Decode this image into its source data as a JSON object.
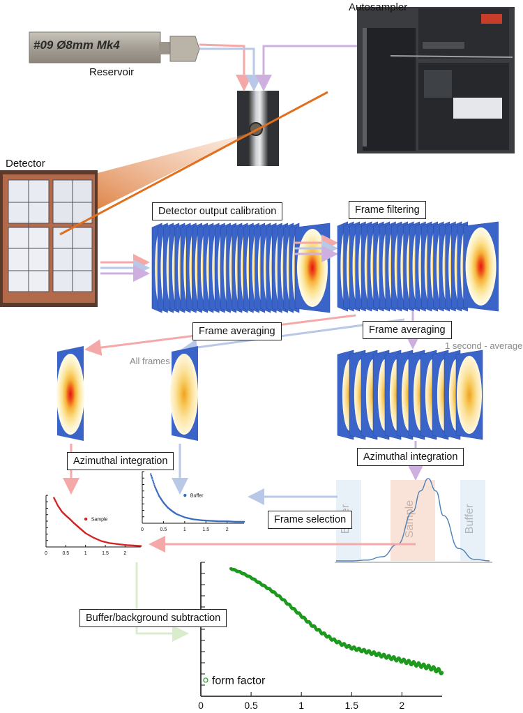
{
  "labels": {
    "autosampler": "Autosampler",
    "reservoir": "Reservoir",
    "reservoir_engraving": "#09  Ø8mm  Mk4",
    "detector": "Detector",
    "all_frames": "All frames",
    "one_second_average": "1 second - average"
  },
  "steps": {
    "detector_output_calibration": "Detector output calibration",
    "frame_filtering": "Frame filtering",
    "frame_averaging_all": "Frame averaging",
    "frame_averaging_1s": "Frame averaging",
    "azimuthal_integration_left": "Azimuthal integration",
    "azimuthal_integration_right": "Azimuthal integration",
    "frame_selection": "Frame selection",
    "buffer_background_subtraction": "Buffer/background subtraction"
  },
  "colors": {
    "sample_path": "#f4a9a8",
    "buffer_path": "#b8c8e6",
    "averaged_path": "#cdb0e0",
    "subtraction_path": "#d9eccb",
    "detector_frame": "#3a64c8",
    "sample_curve": "#d42020",
    "buffer_curve": "#3a6cc0",
    "form_factor": "#1e9a1e",
    "elution_curve": "#4b7fb5"
  },
  "chart_data": [
    {
      "type": "scatter",
      "name": "sample-curve-plot",
      "x": [
        0.2,
        0.3,
        0.4,
        0.5,
        0.6,
        0.7,
        0.8,
        0.9,
        1.0,
        1.2,
        1.4,
        1.6,
        1.8,
        2.0,
        2.2,
        2.4
      ],
      "y": [
        1.0,
        0.84,
        0.72,
        0.64,
        0.57,
        0.49,
        0.42,
        0.35,
        0.28,
        0.19,
        0.12,
        0.08,
        0.06,
        0.04,
        0.03,
        0.02
      ],
      "legend": [
        "Sample"
      ],
      "xticks": [
        "0",
        "0.5",
        "1",
        "1.5",
        "2"
      ],
      "xlim": [
        0,
        2.4
      ],
      "ylim": [
        0,
        1.05
      ]
    },
    {
      "type": "scatter",
      "name": "buffer-curve-plot",
      "x": [
        0.2,
        0.3,
        0.4,
        0.5,
        0.6,
        0.7,
        0.8,
        1.0,
        1.2,
        1.4,
        1.6,
        1.8,
        2.0,
        2.2,
        2.4
      ],
      "y": [
        1.0,
        0.74,
        0.55,
        0.42,
        0.32,
        0.25,
        0.19,
        0.12,
        0.08,
        0.06,
        0.05,
        0.04,
        0.04,
        0.03,
        0.03
      ],
      "legend": [
        "Buffer"
      ],
      "xticks": [
        "0",
        "0.5",
        "1",
        "1.5",
        "2"
      ],
      "xlim": [
        0,
        2.4
      ],
      "ylim": [
        0,
        1.05
      ]
    },
    {
      "type": "line",
      "name": "elution-profile",
      "x": [
        0,
        0.1,
        0.2,
        0.3,
        0.4,
        0.5,
        0.55,
        0.6,
        0.65,
        0.7,
        0.8,
        0.9,
        1.0
      ],
      "y": [
        0.0,
        0.0,
        0.01,
        0.05,
        0.2,
        0.6,
        0.85,
        1.0,
        0.85,
        0.55,
        0.15,
        0.02,
        0.0
      ],
      "regions": [
        "Buffer",
        "Sample",
        "Buffer"
      ]
    },
    {
      "type": "scatter",
      "name": "form-factor-plot",
      "x": [
        0.3,
        0.4,
        0.5,
        0.6,
        0.7,
        0.8,
        0.9,
        1.0,
        1.1,
        1.2,
        1.3,
        1.4,
        1.5,
        1.6,
        1.7,
        1.8,
        1.9,
        2.0,
        2.1,
        2.2,
        2.3,
        2.4
      ],
      "y": [
        1.0,
        0.97,
        0.93,
        0.88,
        0.83,
        0.77,
        0.7,
        0.63,
        0.56,
        0.5,
        0.45,
        0.41,
        0.38,
        0.36,
        0.34,
        0.32,
        0.3,
        0.28,
        0.26,
        0.24,
        0.22,
        0.19
      ],
      "legend": [
        "form factor"
      ],
      "xticks": [
        "0",
        "0.5",
        "1",
        "1.5",
        "2"
      ],
      "xlim": [
        0,
        2.4
      ],
      "ylim": [
        0,
        1.05
      ]
    }
  ]
}
